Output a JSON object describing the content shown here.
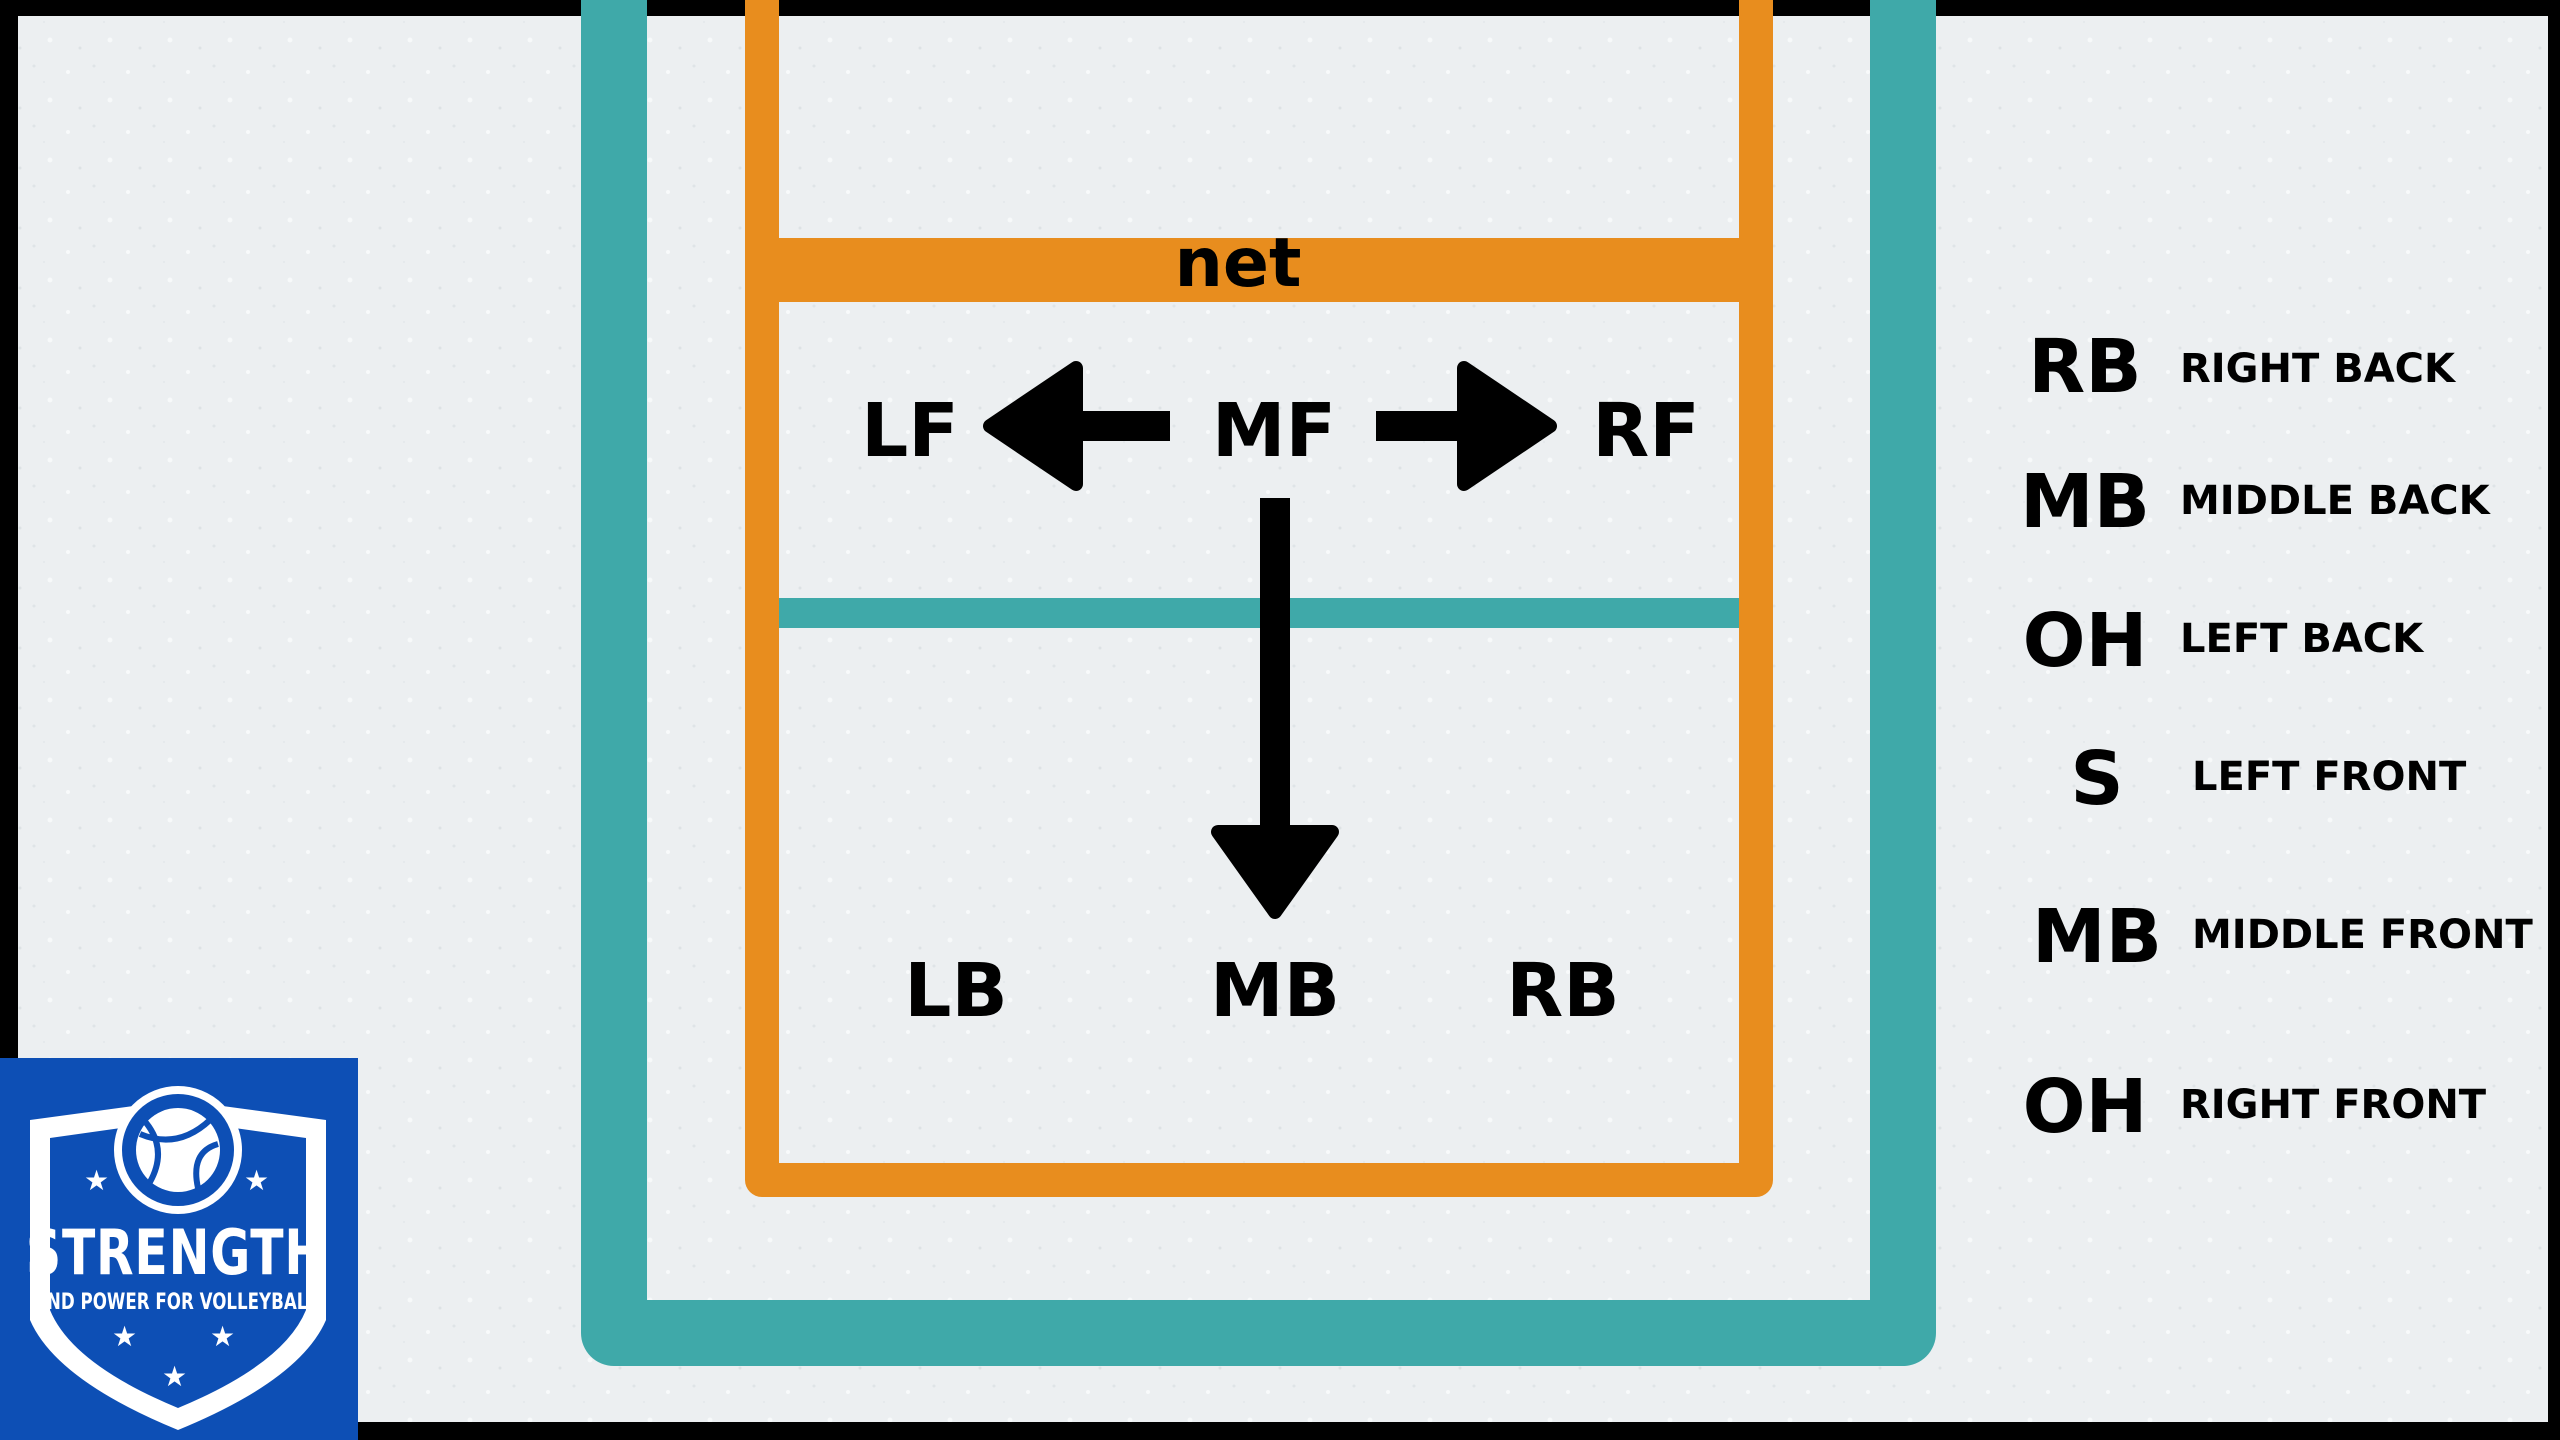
{
  "net_label": "net",
  "court_positions": {
    "front": [
      "LF",
      "MF",
      "RF"
    ],
    "back": [
      "LB",
      "MB",
      "RB"
    ]
  },
  "legend": [
    {
      "code": "RB",
      "name": "RIGHT BACK"
    },
    {
      "code": "MB",
      "name": "MIDDLE BACK"
    },
    {
      "code": "OH",
      "name": "LEFT BACK"
    },
    {
      "code": "S",
      "name": "LEFT FRONT"
    },
    {
      "code": "MB",
      "name": "MIDDLE FRONT"
    },
    {
      "code": "OH",
      "name": "RIGHT FRONT"
    }
  ],
  "logo": {
    "title": "STRENGTH",
    "subtitle": "AND POWER FOR VOLLEYBALL"
  },
  "colors": {
    "court_teal": "#3fa9a9",
    "court_orange": "#e88d1e",
    "logo_blue": "#0d4fb5",
    "background": "#eceff1"
  }
}
